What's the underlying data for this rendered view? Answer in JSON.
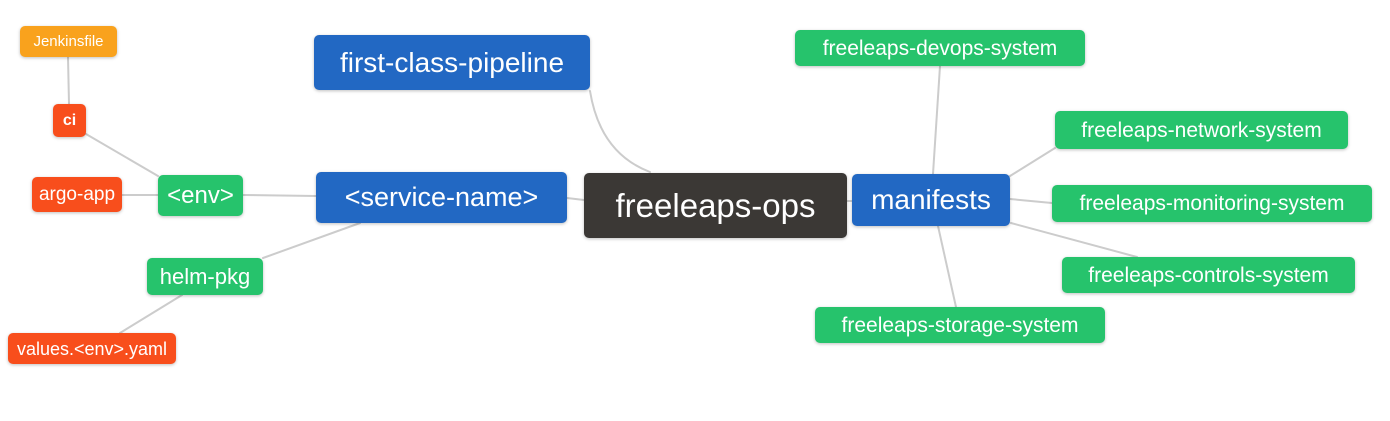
{
  "diagram": {
    "type": "mindmap",
    "nodes": {
      "freeleaps_ops": {
        "label": "freeleaps-ops",
        "color": "#3b3835",
        "role": "root"
      },
      "first_class_pipeline": {
        "label": "first-class-pipeline",
        "color": "#2268c3",
        "role": "branch"
      },
      "service_name": {
        "label": "<service-name>",
        "color": "#2268c3",
        "role": "branch"
      },
      "manifests": {
        "label": "manifests",
        "color": "#2268c3",
        "role": "branch"
      },
      "env": {
        "label": "<env>",
        "color": "#26c36c",
        "role": "sub-branch"
      },
      "helm_pkg": {
        "label": "helm-pkg",
        "color": "#26c36c",
        "role": "sub-branch"
      },
      "ci": {
        "label": "ci",
        "color": "#f84e1c",
        "role": "leaf"
      },
      "argo_app": {
        "label": "argo-app",
        "color": "#f84e1c",
        "role": "leaf"
      },
      "jenkinsfile": {
        "label": "Jenkinsfile",
        "color": "#f9a21d",
        "role": "leaf"
      },
      "values_env_yaml": {
        "label": "values.<env>.yaml",
        "color": "#f84e1c",
        "role": "leaf"
      },
      "devops_system": {
        "label": "freeleaps-devops-system",
        "color": "#26c36c",
        "role": "sub-branch"
      },
      "network_system": {
        "label": "freeleaps-network-system",
        "color": "#26c36c",
        "role": "sub-branch"
      },
      "monitoring_system": {
        "label": "freeleaps-monitoring-system",
        "color": "#26c36c",
        "role": "sub-branch"
      },
      "controls_system": {
        "label": "freeleaps-controls-system",
        "color": "#26c36c",
        "role": "sub-branch"
      },
      "storage_system": {
        "label": "freeleaps-storage-system",
        "color": "#26c36c",
        "role": "sub-branch"
      }
    },
    "edges": [
      {
        "from": "jenkinsfile",
        "to": "ci"
      },
      {
        "from": "ci",
        "to": "env"
      },
      {
        "from": "argo_app",
        "to": "env"
      },
      {
        "from": "env",
        "to": "service_name"
      },
      {
        "from": "service_name",
        "to": "freeleaps_ops"
      },
      {
        "from": "first_class_pipeline",
        "to": "freeleaps_ops"
      },
      {
        "from": "service_name",
        "to": "helm_pkg"
      },
      {
        "from": "helm_pkg",
        "to": "values_env_yaml"
      },
      {
        "from": "freeleaps_ops",
        "to": "manifests"
      },
      {
        "from": "manifests",
        "to": "devops_system"
      },
      {
        "from": "manifests",
        "to": "network_system"
      },
      {
        "from": "manifests",
        "to": "monitoring_system"
      },
      {
        "from": "manifests",
        "to": "controls_system"
      },
      {
        "from": "manifests",
        "to": "storage_system"
      }
    ],
    "colors": {
      "branch_blue": "#2268c3",
      "system_green": "#26c36c",
      "leaf_red": "#f84e1c",
      "leaf_orange": "#f9a21d",
      "root_dark": "#3b3835",
      "connector_gray": "#cccccc",
      "text": "#ffffff"
    }
  }
}
